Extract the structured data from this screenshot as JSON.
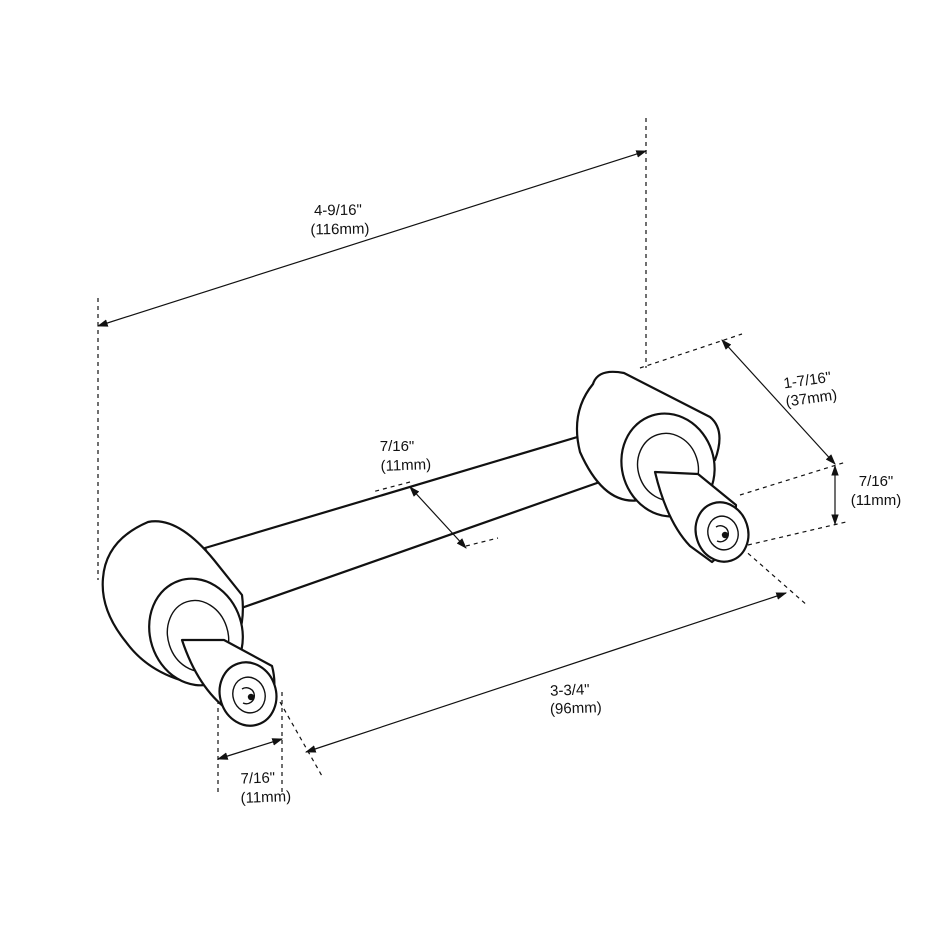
{
  "dimensions": {
    "overall_length": {
      "imperial": "4-9/16\"",
      "metric": "(116mm)"
    },
    "bar_thickness": {
      "imperial": "7/16\"",
      "metric": "(11mm)"
    },
    "projection": {
      "imperial": "1-7/16\"",
      "metric": "(37mm)"
    },
    "post_diameter_right": {
      "imperial": "7/16\"",
      "metric": "(11mm)"
    },
    "center_to_center": {
      "imperial": "3-3/4\"",
      "metric": "(96mm)"
    },
    "post_diameter_left": {
      "imperial": "7/16\"",
      "metric": "(11mm)"
    }
  },
  "colors": {
    "line": "#111111",
    "background": "#ffffff"
  }
}
